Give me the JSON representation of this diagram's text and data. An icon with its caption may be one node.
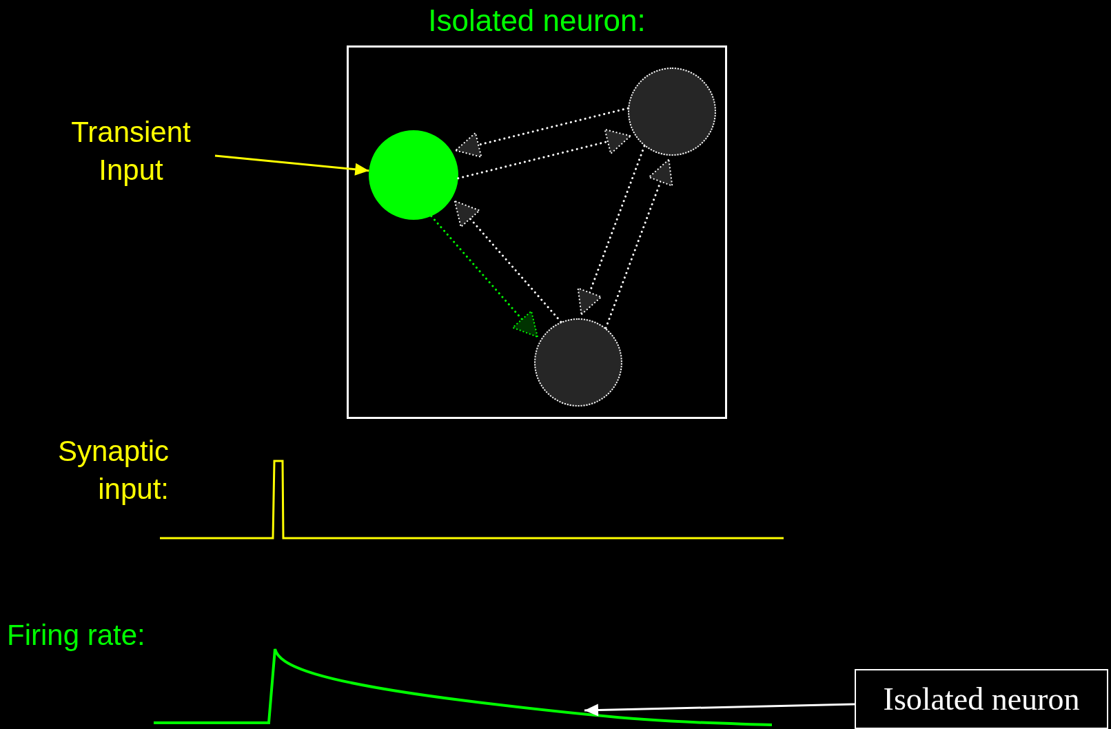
{
  "diagram": {
    "nodes": [
      {
        "text": [
          "Isolated neuron:"
        ]
      },
      {
        "text": [],
        "shape": "circle",
        "in": 0
      },
      {
        "text": [],
        "shape": "circle",
        "in": 0
      },
      {
        "text": [],
        "shape": "circle",
        "in": 0
      },
      {
        "text": [
          "Transient Input"
        ]
      },
      {
        "text": [
          "Isolated neuron"
        ]
      }
    ],
    "edges": [
      {
        "from": 1,
        "to": 2,
        "arrow": "to",
        "style": "dashed"
      },
      {
        "from": 2,
        "to": 1,
        "arrow": "to",
        "style": "dashed"
      },
      {
        "from": 2,
        "to": 3,
        "arrow": "to",
        "style": "dashed"
      },
      {
        "from": 3,
        "to": 2,
        "arrow": "to",
        "style": "dashed"
      },
      {
        "from": 3,
        "to": 1,
        "arrow": "to",
        "style": "dashed"
      },
      {
        "from": 1,
        "to": 3,
        "arrow": "to",
        "style": "dashed",
        "color": "#00ff00"
      },
      {
        "from": 4,
        "to": 1,
        "arrow": "to",
        "color": "#ffff00"
      },
      {
        "from": 5,
        "to": null,
        "arrow": "to"
      }
    ],
    "labels": [
      "Synaptic input:",
      "Firing rate:"
    ]
  }
}
